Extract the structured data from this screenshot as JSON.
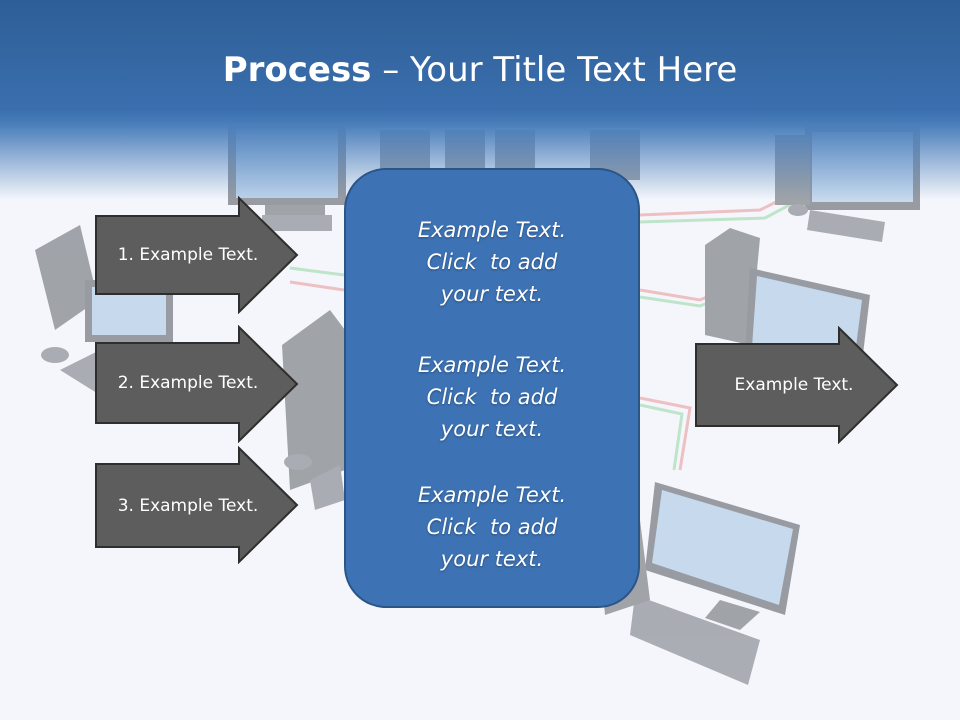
{
  "title": {
    "bold": "Process",
    "rest": " – Your Title Text Here"
  },
  "left_arrows": [
    {
      "label": "1. Example Text."
    },
    {
      "label": "2. Example Text."
    },
    {
      "label": "3. Example Text."
    }
  ],
  "right_arrow": {
    "label": "Example Text."
  },
  "center_box": {
    "items": [
      {
        "lines": [
          "Example Text.",
          "Click  to add",
          "your text."
        ]
      },
      {
        "lines": [
          "Example Text.",
          "Click  to add",
          "your text."
        ]
      },
      {
        "lines": [
          "Example Text.",
          "Click  to add",
          "your text."
        ]
      }
    ]
  },
  "colors": {
    "header": "#3a6fae",
    "arrow_fill": "#5d5d5d",
    "box_fill": "#3d73b5",
    "background": "#f4f6fb"
  }
}
